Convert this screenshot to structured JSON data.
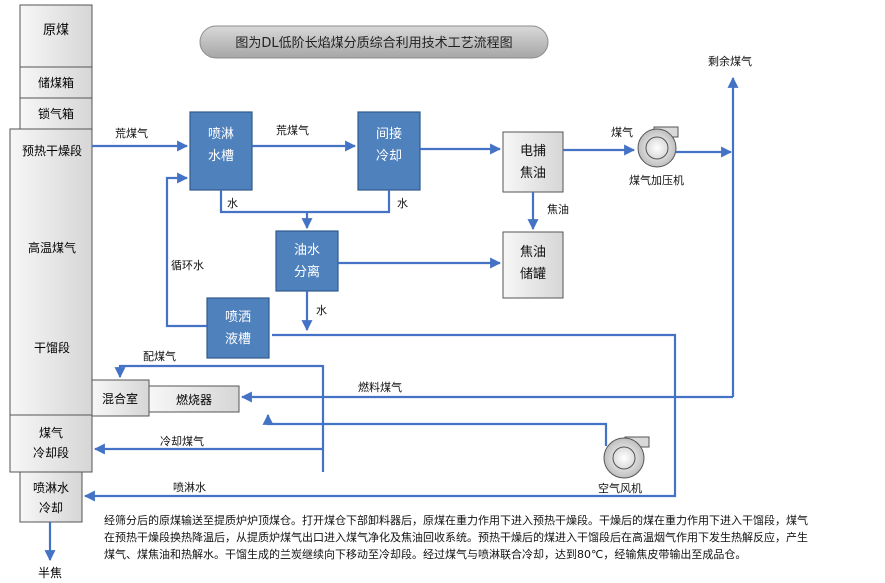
{
  "title": "图为DL低阶长焰煤分质综合利用技术工艺流程图",
  "colors": {
    "blue": "#4f81bd",
    "blue_dark": "#2f5b8c",
    "grey_box": "#e8e8e8",
    "line": "#4472c4"
  },
  "furnace": {
    "top_label": "原煤",
    "storage_bin": "储煤箱",
    "lock_bin": "锁气箱",
    "preheat": "预热干燥段",
    "hot_gas": "高温煤气",
    "carbonize": "干馏段",
    "gas_cooling": [
      "煤气",
      "冷却段"
    ],
    "spray_cooling": [
      "喷淋水",
      "冷却"
    ],
    "output": "半焦"
  },
  "boxes": {
    "spray_tank": [
      "喷淋",
      "水槽"
    ],
    "indirect_cool": [
      "间接",
      "冷却"
    ],
    "electric_trap": [
      "电捕",
      "焦油"
    ],
    "oil_water": [
      "油水",
      "分离"
    ],
    "tar_tank": [
      "焦油",
      "储罐"
    ],
    "spray_liquid": [
      "喷洒",
      "液槽"
    ],
    "mixing_room": "混合室",
    "burner": "燃烧器"
  },
  "labels": {
    "crude_gas_1": "荒煤气",
    "crude_gas_2": "荒煤气",
    "gas": "煤气",
    "compressor": "煤气加压机",
    "surplus_gas": "剩余煤气",
    "tar": "焦油",
    "water_1": "水",
    "water_2": "水",
    "water_3": "水",
    "circulating_water": "循环水",
    "mix_gas": "配煤气",
    "fuel_gas": "燃料煤气",
    "cooling_gas": "冷却煤气",
    "spray_water": "喷淋水",
    "air_fan": "空气风机"
  },
  "description": [
    "经筛分后的原煤输送至提质炉炉顶煤仓。打开煤仓下部卸料器后，原煤在重力作用下进入预热干燥段。干燥后的煤在重力作用下进入干馏段，煤气",
    "在预热干燥段换热降温后，从提质炉煤气出口进入煤气净化及焦油回收系统。预热干燥后的煤进入干馏段后在高温烟气作用下发生热解反应，产生",
    "煤气、煤焦油和热解水。干馏生成的兰炭继续向下移动至冷却段。经过煤气与喷淋联合冷却，达到80℃，经输焦皮带输出至成品仓。"
  ]
}
